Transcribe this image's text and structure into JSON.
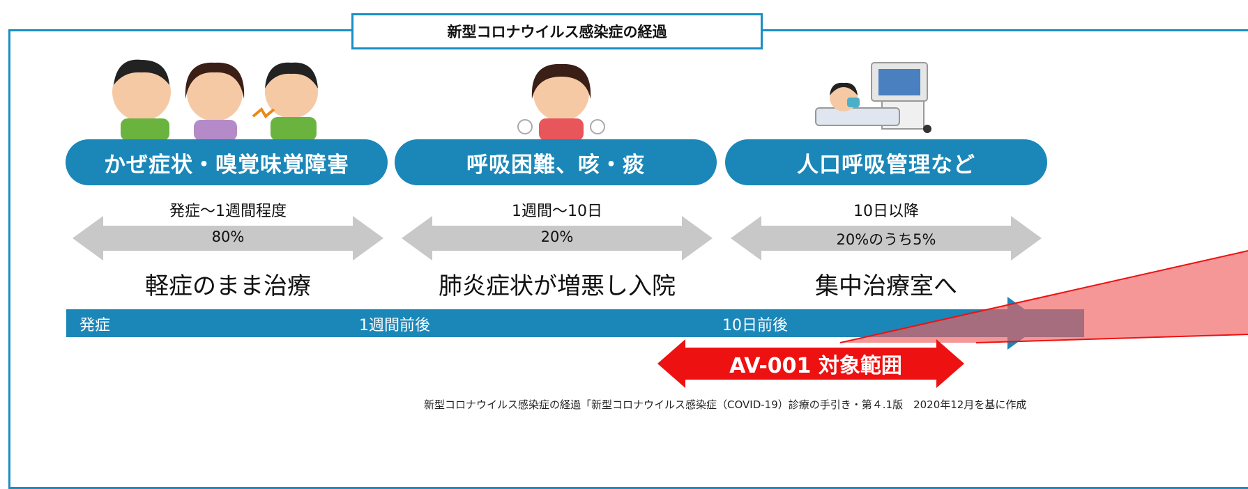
{
  "title": "新型コロナウイルス感染症の経過",
  "stages": [
    {
      "name": "かぜ症状・嗅覚味覚障害",
      "period": "発症〜1週間程度",
      "percent": "80%",
      "outcome": "軽症のまま治療"
    },
    {
      "name": "呼吸困難、咳・痰",
      "period": "1週間〜10日",
      "percent": "20%",
      "outcome": "肺炎症状が増悪し入院"
    },
    {
      "name": "人口呼吸管理など",
      "period": "10日以降",
      "percent": "20%のうち5%",
      "outcome": "集中治療室へ"
    }
  ],
  "timeline": {
    "start": "発症",
    "mid": "1週間前後",
    "late": "10日前後"
  },
  "target_range": "AV-001 対象範囲",
  "footnote": "新型コロナウイルス感染症の経過「新型コロナウイルス感染症（COVID-19）診療の手引き・第４.1版　2020年12月を基に作成",
  "colors": {
    "primary_blue": "#1b87b8",
    "frame_blue": "#1a8ec4",
    "arrow_gray": "#c8c8c8",
    "red": "#ee1111",
    "pink": "#f08080"
  }
}
